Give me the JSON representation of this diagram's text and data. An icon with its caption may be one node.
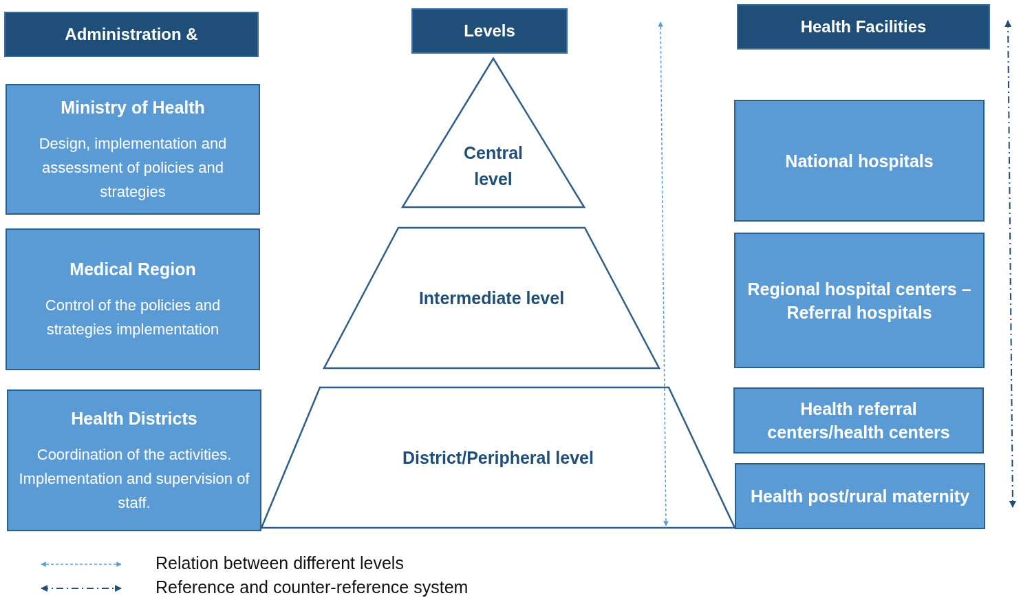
{
  "diagram": {
    "nodes": [
      {
        "text": [
          "Administration &"
        ]
      },
      {
        "text": [
          "Ministry of Health",
          "Design, implementation and assessment of policies and strategies"
        ]
      },
      {
        "text": [
          "Medical Region",
          "Control of the policies and strategies implementation"
        ]
      },
      {
        "text": [
          "Health Districts",
          "Coordination of the activities. Implementation and supervision of staff."
        ]
      },
      {
        "text": [
          "Levels"
        ]
      },
      {
        "text": [
          "Central level"
        ]
      },
      {
        "text": [
          "Intermediate level"
        ]
      },
      {
        "text": [
          "District/Peripheral level"
        ]
      },
      {
        "text": [
          "Health Facilities"
        ]
      },
      {
        "text": [
          "National hospitals"
        ]
      },
      {
        "text": [
          "Regional hospital centers – Referral hospitals"
        ]
      },
      {
        "text": [
          "Health referral centers/health centers"
        ]
      },
      {
        "text": [
          "Health post/rural maternity"
        ]
      }
    ],
    "legend": [
      {
        "text": "Relation between different levels"
      },
      {
        "text": "Reference and counter-reference system"
      }
    ]
  }
}
